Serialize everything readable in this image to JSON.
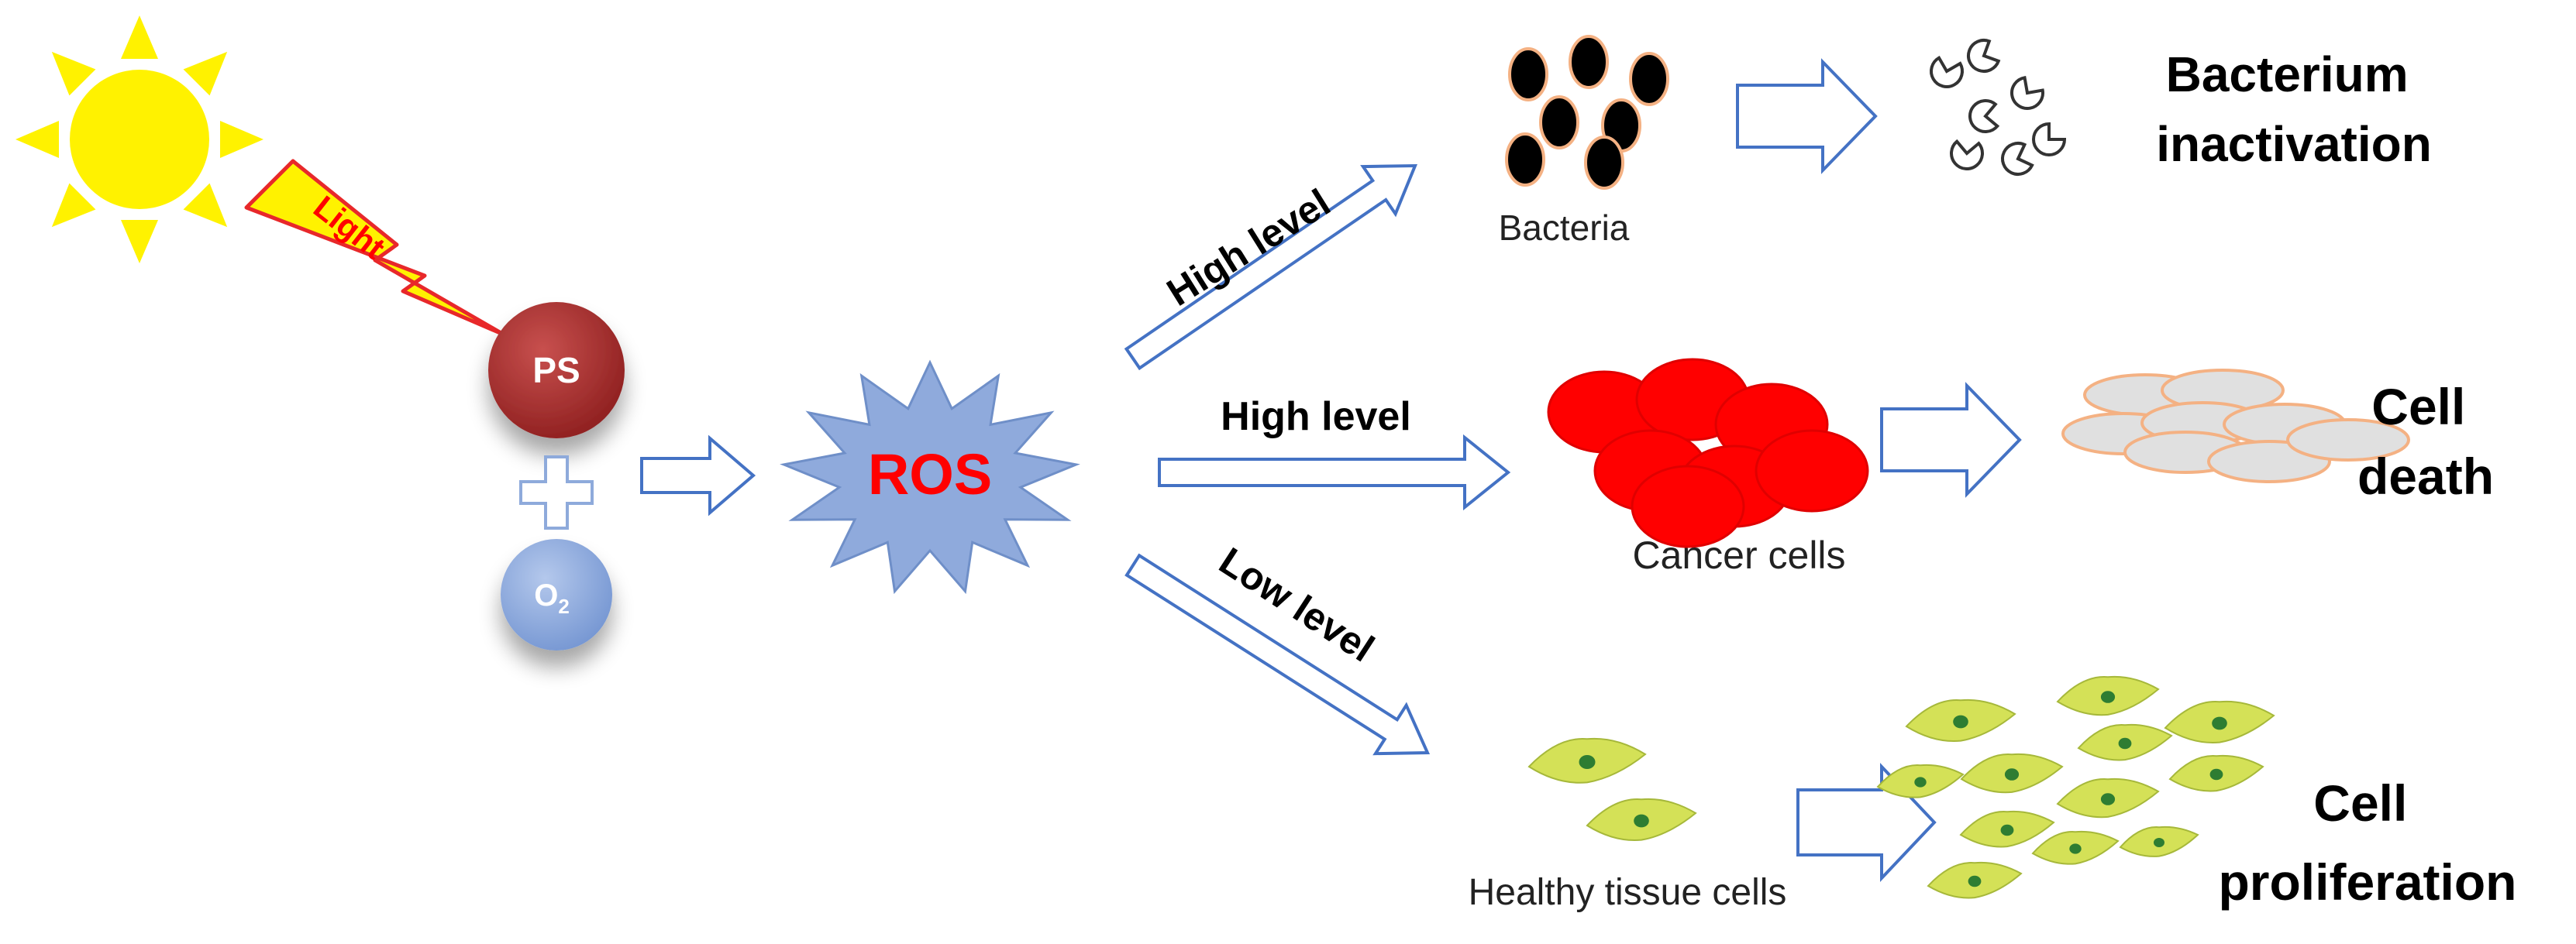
{
  "light_label": "Light",
  "ps_label": "PS",
  "plus_symbol": "+",
  "o2_label": "O",
  "o2_sub": "2",
  "ros_label": "ROS",
  "paths": [
    {
      "level_label": "High level",
      "target_label": "Bacteria",
      "outcome_line1": "Bacterium",
      "outcome_line2": "inactivation"
    },
    {
      "level_label": "High level",
      "target_label": "Cancer cells",
      "outcome_line1": "Cell",
      "outcome_line2": "death"
    },
    {
      "level_label": "Low level",
      "target_label": "Healthy tissue cells",
      "outcome_line1": "Cell",
      "outcome_line2": "proliferation"
    }
  ],
  "colors": {
    "sun": "#FFF200",
    "sun_edge": "#E8D400",
    "lightning_fill": "#FFF200",
    "lightning_edge": "#E8282A",
    "ps": "#A6282A",
    "o2": "#8EAADB",
    "ros_fill": "#8FAADC",
    "ros_text": "#FF0000",
    "arrow_outline": "#4472C4",
    "bacteria": "#000000",
    "bacteria_rim": "#F4B183",
    "cancer": "#FF0000",
    "dead_cell": "#E0E0E0",
    "dead_cell_edge": "#F4B183",
    "healthy_cell": "#D4E157",
    "healthy_nucleus": "#2E7D32"
  }
}
